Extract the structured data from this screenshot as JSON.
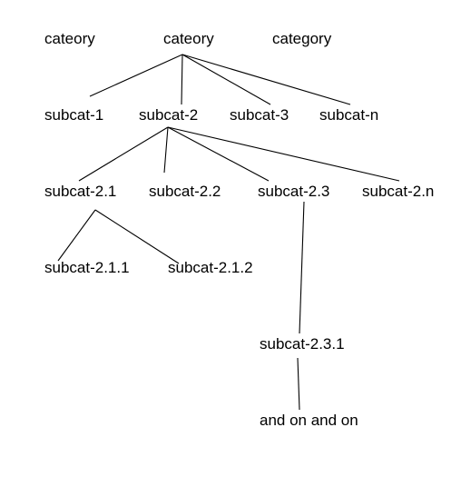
{
  "nodes": {
    "cat_a": "cateory",
    "cat_b": "cateory",
    "cat_c": "category",
    "sub_1": "subcat-1",
    "sub_2": "subcat-2",
    "sub_3": "subcat-3",
    "sub_n": "subcat-n",
    "sub_2_1": "subcat-2.1",
    "sub_2_2": "subcat-2.2",
    "sub_2_3": "subcat-2.3",
    "sub_2_n": "subcat-2.n",
    "sub_2_1_1": "subcat-2.1.1",
    "sub_2_1_2": "subcat-2.1.2",
    "sub_2_3_1": "subcat-2.3.1",
    "more": "and on and on"
  },
  "edges": [
    [
      "cat_b",
      "sub_1"
    ],
    [
      "cat_b",
      "sub_2"
    ],
    [
      "cat_b",
      "sub_3"
    ],
    [
      "cat_b",
      "sub_n"
    ],
    [
      "sub_2",
      "sub_2_1"
    ],
    [
      "sub_2",
      "sub_2_2"
    ],
    [
      "sub_2",
      "sub_2_3"
    ],
    [
      "sub_2",
      "sub_2_n"
    ],
    [
      "sub_2_1",
      "sub_2_1_1"
    ],
    [
      "sub_2_1",
      "sub_2_1_2"
    ],
    [
      "sub_2_3",
      "sub_2_3_1"
    ],
    [
      "sub_2_3_1",
      "more"
    ]
  ]
}
